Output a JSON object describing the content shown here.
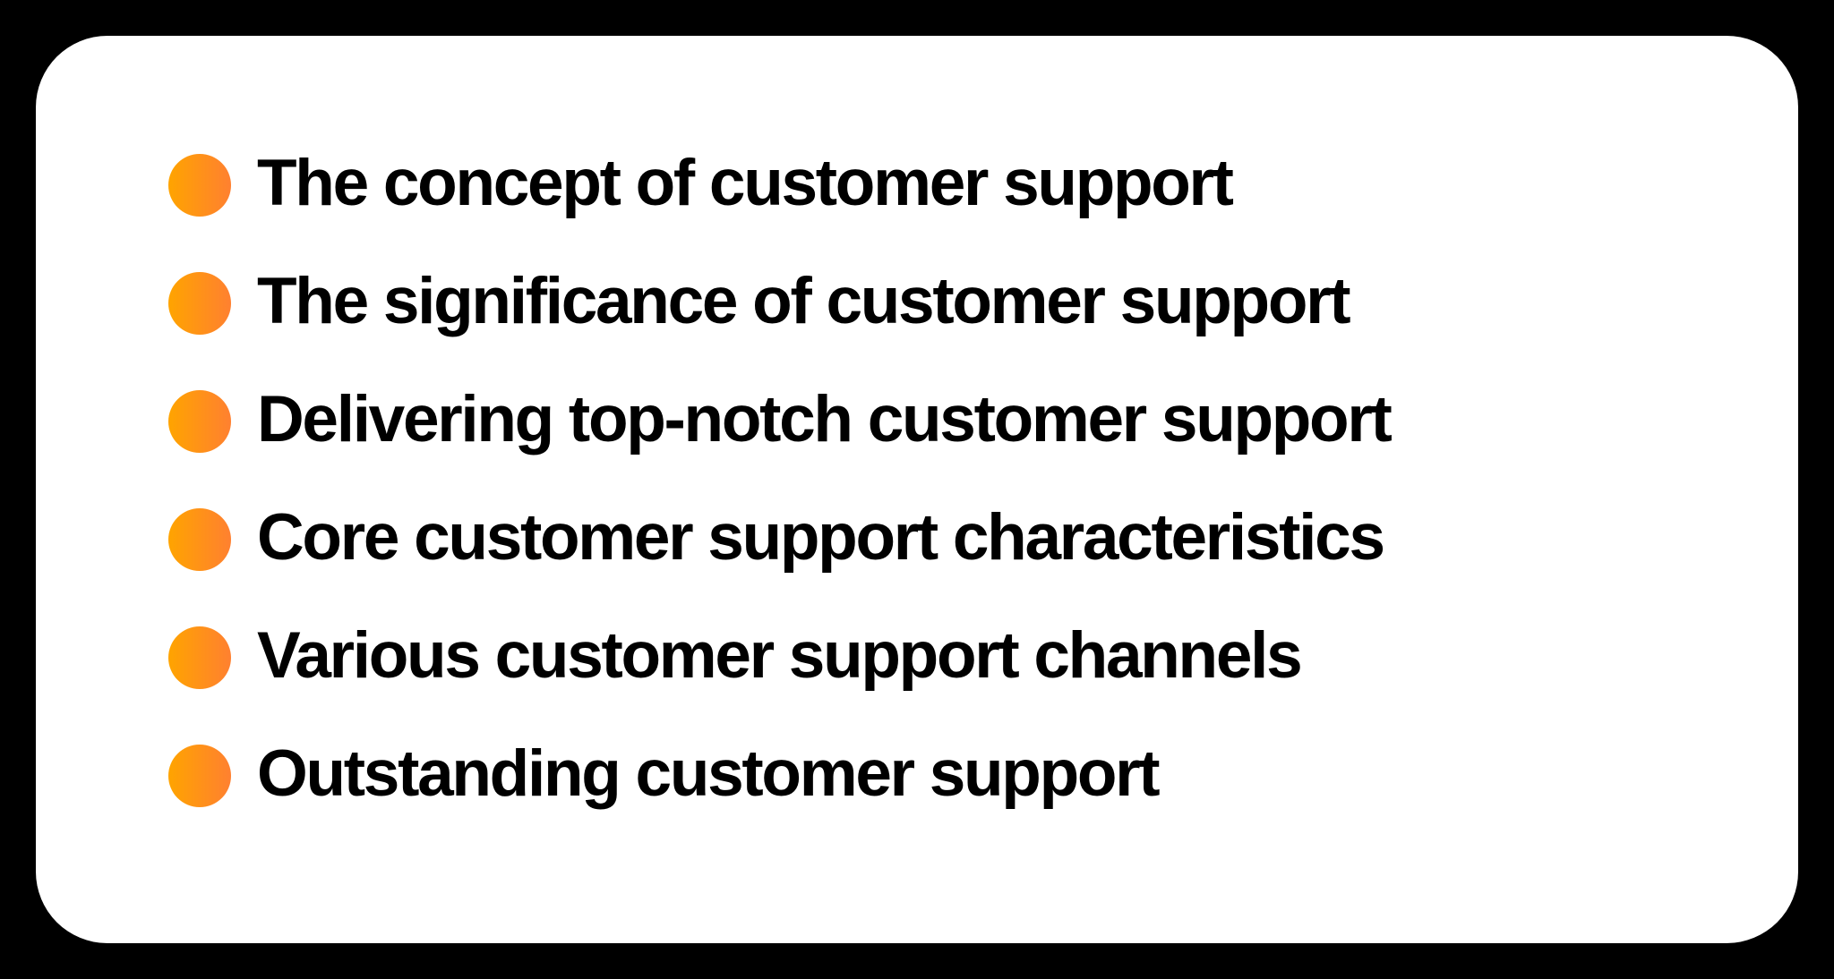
{
  "theme": {
    "background": "#000000",
    "card_background": "#FFFFFF",
    "text_color": "#000000",
    "bullet_gradient_start": "#FFA400",
    "bullet_gradient_end": "#FF8030"
  },
  "list": {
    "items": [
      {
        "icon": "orange-dot-bullet",
        "label": "The concept of customer support"
      },
      {
        "icon": "orange-dot-bullet",
        "label": "The significance of customer support"
      },
      {
        "icon": "orange-dot-bullet",
        "label": "Delivering top-notch customer support"
      },
      {
        "icon": "orange-dot-bullet",
        "label": "Core customer support characteristics"
      },
      {
        "icon": "orange-dot-bullet",
        "label": "Various customer support channels"
      },
      {
        "icon": "orange-dot-bullet",
        "label": "Outstanding customer support"
      }
    ]
  }
}
